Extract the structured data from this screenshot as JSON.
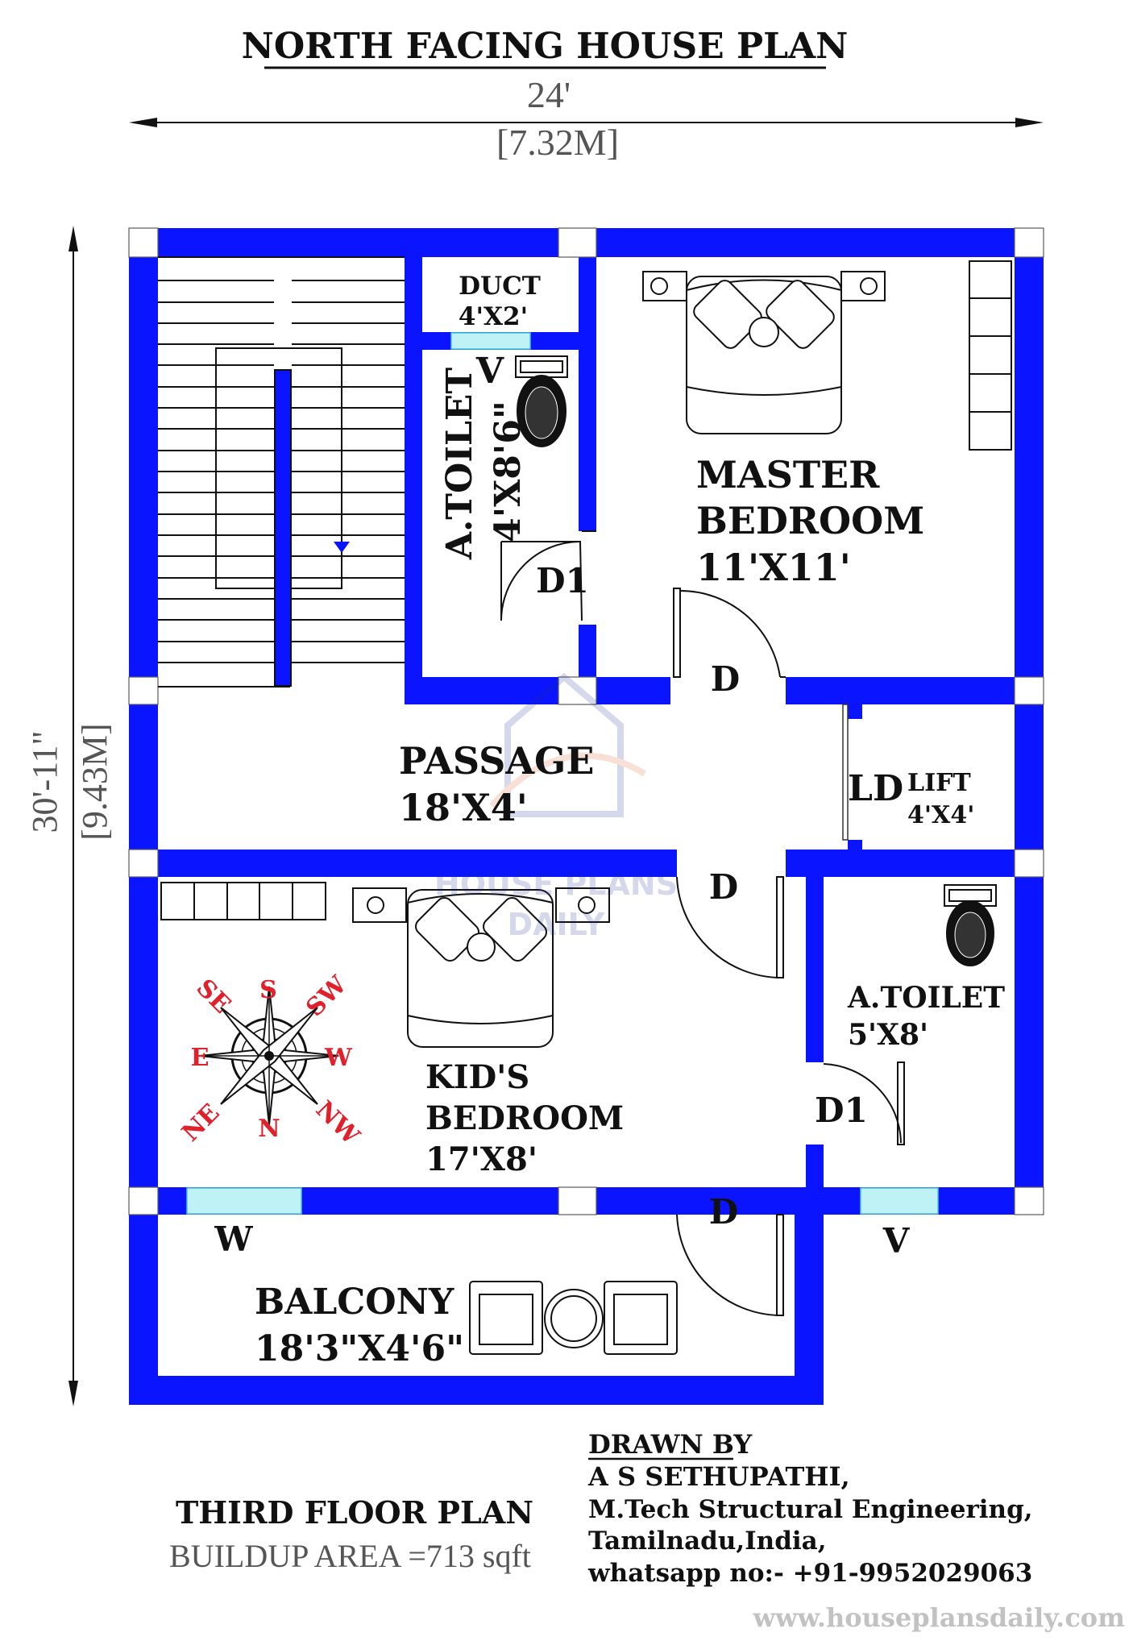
{
  "title": "NORTH FACING HOUSE PLAN",
  "dimensions": {
    "width_ft": "24'",
    "width_m": "[7.32M]",
    "depth_ft": "30'-11\"",
    "depth_m": "[9.43M]"
  },
  "rooms": {
    "duct": {
      "name": "DUCT",
      "size": "4'X2'"
    },
    "toilet_top": {
      "name": "A.TOILET",
      "size": "4'X8'6\""
    },
    "master": {
      "name1": "MASTER",
      "name2": "BEDROOM",
      "size": "11'X11'"
    },
    "passage": {
      "name": "PASSAGE",
      "size": "18'X4'"
    },
    "lift": {
      "tag": "LD",
      "name": "LIFT",
      "size": "4'X4'"
    },
    "kids": {
      "name1": "KID'S",
      "name2": "BEDROOM",
      "size": "17'X8'"
    },
    "toilet_right": {
      "name": "A.TOILET",
      "size": "5'X8'"
    },
    "balcony": {
      "name": "BALCONY",
      "size": "18'3\"X4'6\""
    }
  },
  "door_labels": {
    "d1_top": "D1",
    "d_master": "D",
    "d_kids": "D",
    "d1_right": "D1",
    "d_balcony": "D"
  },
  "window_labels": {
    "v_top": "V",
    "w_bottom": "W",
    "v_bottom": "V"
  },
  "compass": {
    "S": "S",
    "SW": "SW",
    "W": "W",
    "NW": "NW",
    "N": "N",
    "NE": "NE",
    "E": "E",
    "SE": "SE"
  },
  "footer": {
    "floor": "THIRD FLOOR PLAN",
    "area": "BUILDUP AREA =713 sqft",
    "drawn_by": "DRAWN BY",
    "name": "A S SETHUPATHI,",
    "qualification": "M.Tech Structural Engineering,",
    "location": "Tamilnadu,India,",
    "whatsapp": "whatsapp no:- +91-9952029063",
    "website": "www.houseplansdaily.com"
  },
  "watermark": {
    "line1": "HOUSE PLANS",
    "line2": "DAILY"
  },
  "colors": {
    "wall": "#0a14ff",
    "compass": "#e0202a",
    "window": "#bff2f5"
  }
}
